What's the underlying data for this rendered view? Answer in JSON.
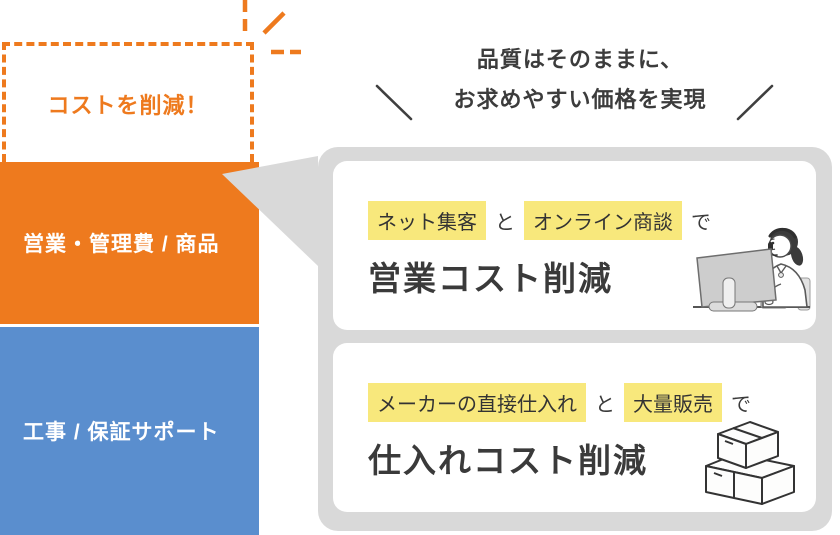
{
  "badge": {
    "label": "コストを削減！"
  },
  "stack": {
    "segments": [
      {
        "label": "営業・管理費 / 商品"
      },
      {
        "label": "工事 / 保証サポート"
      }
    ]
  },
  "headline": {
    "line1": "品質はそのままに、",
    "line2": "お求めやすい価格を実現"
  },
  "panel": {
    "cards": [
      {
        "tag1": "ネット集客",
        "joiner1": "と",
        "tag2": "オンライン商談",
        "joiner2": "で",
        "title": "営業コスト削減",
        "illustration": "woman-at-computer"
      },
      {
        "tag1": "メーカーの直接仕入れ",
        "joiner1": "と",
        "tag2": "大量販売",
        "joiner2": "で",
        "title": "仕入れコスト削減",
        "illustration": "cardboard-boxes"
      }
    ]
  },
  "colors": {
    "orange": "#EE7A1E",
    "blue": "#5A8ECE",
    "highlight": "#F8E87C",
    "panel": "#D9D9D9",
    "ink": "#3C3C3C"
  }
}
